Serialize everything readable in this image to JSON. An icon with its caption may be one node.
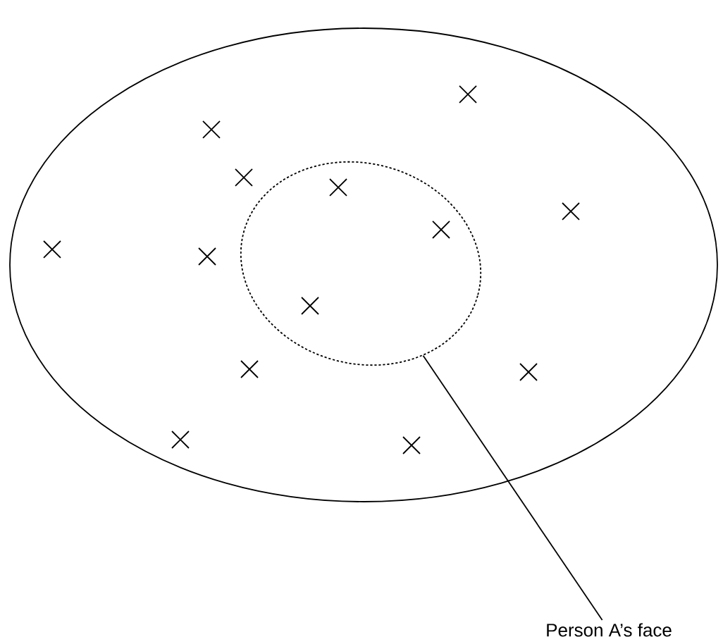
{
  "diagram": {
    "nodes": [
      {
        "text": [],
        "shape": "ellipse"
      },
      {
        "text": [],
        "shape": "ellipse",
        "in": 0
      },
      {
        "text": [
          "Person A’s face"
        ]
      }
    ],
    "edges": [
      {
        "from": 2,
        "to": 1,
        "arrow": "none"
      }
    ]
  }
}
